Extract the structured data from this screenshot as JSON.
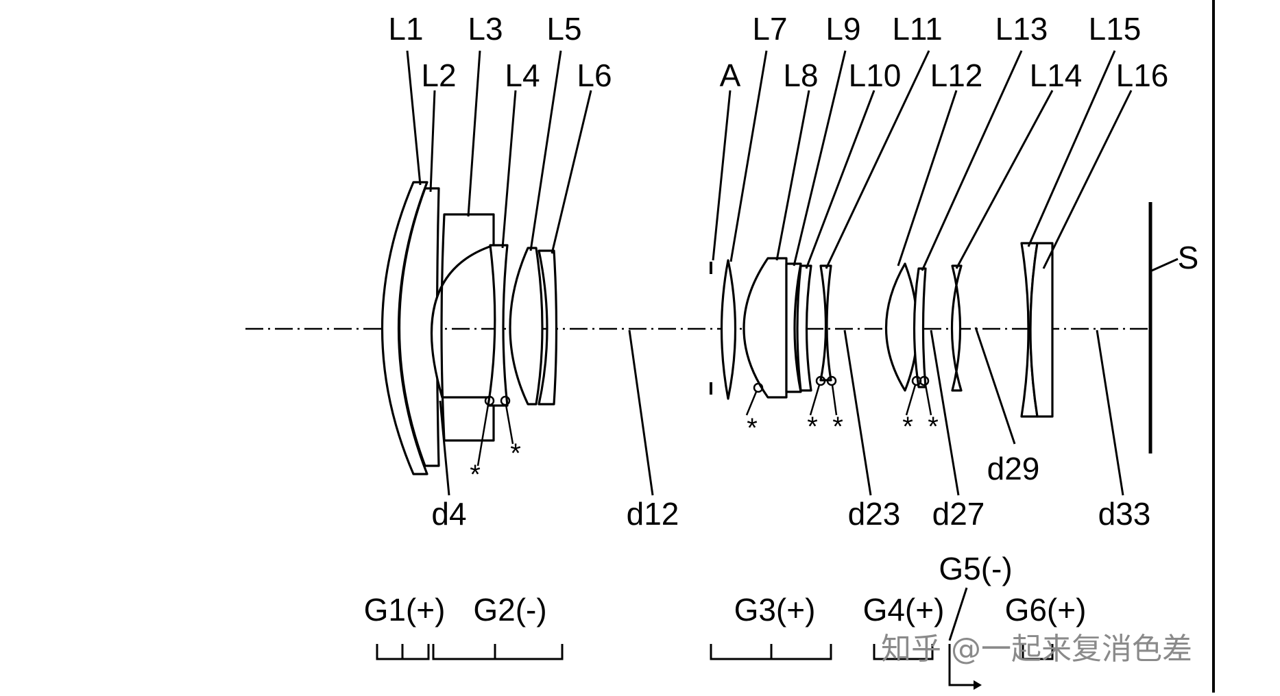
{
  "lens_labels": {
    "L1": "L1",
    "L2": "L2",
    "L3": "L3",
    "L4": "L4",
    "L5": "L5",
    "L6": "L6",
    "L7": "L7",
    "L8": "L8",
    "L9": "L9",
    "L10": "L10",
    "L11": "L11",
    "L12": "L12",
    "L13": "L13",
    "L14": "L14",
    "L15": "L15",
    "L16": "L16"
  },
  "aperture_label": "A",
  "image_plane_label": "S",
  "spacing_labels": {
    "d4": "d4",
    "d12": "d12",
    "d23": "d23",
    "d27": "d27",
    "d29": "d29",
    "d33": "d33"
  },
  "group_labels": {
    "G1": "G1(+)",
    "G2": "G2(-)",
    "G3": "G3(+)",
    "G4": "G4(+)",
    "G5": "G5(-)",
    "G6": "G6(+)"
  },
  "aspheric_marker": "*",
  "watermark": "知乎 @一起来复消色差"
}
